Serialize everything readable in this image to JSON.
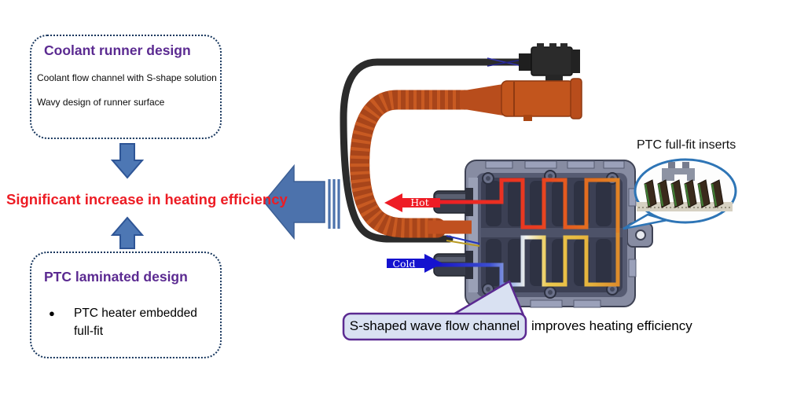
{
  "panel": {
    "coolant_box": {
      "title": "Coolant runner design",
      "line1": "Coolant flow channel with S-shape solution",
      "line2": "Wavy design of runner surface"
    },
    "headline": "Significant increase in heating efficiency",
    "ptc_box": {
      "title": "PTC laminated design",
      "bullet_glyph": "●",
      "bullet_text": "PTC heater embedded full-fit"
    }
  },
  "diagram": {
    "hot_label": "Hot",
    "cold_label": "Cold",
    "inserts_label": "PTC full-fit inserts",
    "channel_callout": "S-shaped wave flow channel",
    "caption_suffix": "improves heating efficiency"
  },
  "colors": {
    "title_purple": "#5b2a91",
    "headline_red": "#ed1c24",
    "arrow_blue": "#4d77b4",
    "hot_red": "#ee1c25",
    "cold_blue": "#1512cf",
    "callout_purple": "#5b2a91",
    "callout_fill": "#d9e1f2",
    "bubble_blue": "#2e75b6"
  }
}
